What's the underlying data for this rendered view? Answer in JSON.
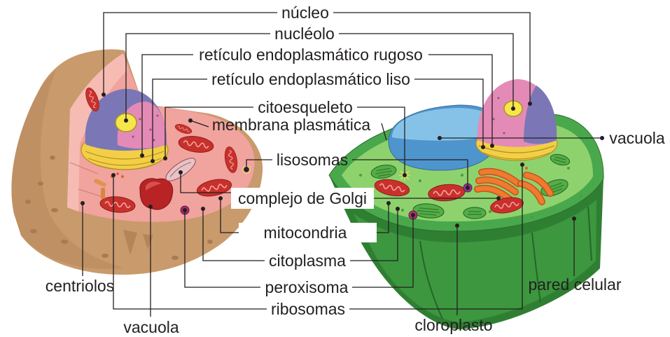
{
  "diagram": {
    "labels": {
      "nucleo": "núcleo",
      "nucleolo": "nucléolo",
      "reticulo_rugoso": "retículo endoplasmático rugoso",
      "reticulo_liso": "retículo endoplasmático liso",
      "citoesqueleto": "citoesqueleto",
      "membrana_plasmatica": "membrana plasmática",
      "lisosomas": "lisosomas",
      "complejo_golgi": "complejo de Golgi",
      "mitocondria": "mitocondria",
      "citoplasma": "citoplasma",
      "peroxisoma": "peroxisoma",
      "ribosomas": "ribosomas",
      "vacuola_vegetal": "vacuola",
      "pared_celular": "pared celular",
      "centriolos": "centriolos",
      "vacuola_animal": "vacuola",
      "cloroplasto": "cloroplasto"
    }
  },
  "colors": {
    "animal_body": "#c99a6c",
    "animal_cytoplasm": "#f1a39d",
    "nucleus_envelope": "#7b77b6",
    "nucleoplasm": "#e38bb6",
    "nucleolus": "#f5e64b",
    "endoplasmic_reticulum": "#f2cf46",
    "mitochondrion": "#c9302c",
    "plant_wall": "#2f7f33",
    "plant_rim": "#4aa84c",
    "plant_cytoplasm": "#8ed26d",
    "plant_vacuole": "#4f95cd",
    "golgi": "#f07a30",
    "label_text": "#231f20"
  }
}
